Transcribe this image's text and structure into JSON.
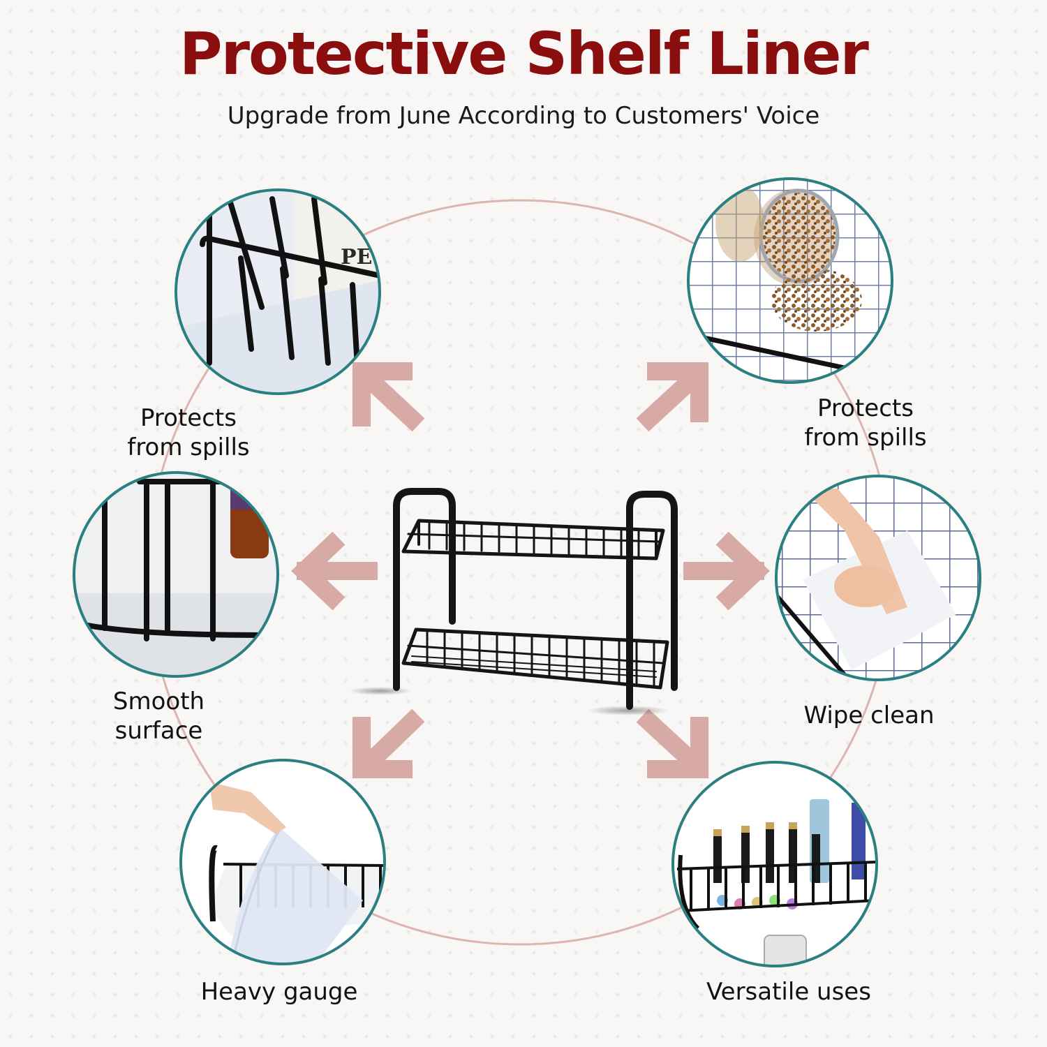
{
  "header": {
    "title": "Protective Shelf Liner",
    "subtitle": "Upgrade from June According to Customers' Voice"
  },
  "features": [
    {
      "id": "top-left",
      "label": "Protects\nfrom spills",
      "image": "wire-basket-with-liner-photo"
    },
    {
      "id": "top-right",
      "label": "Protects\nfrom spills",
      "image": "coffee-granules-spill-on-grid-photo"
    },
    {
      "id": "middle-left",
      "label": "Smooth\nsurface",
      "image": "wire-rack-bars-on-liner-photo"
    },
    {
      "id": "middle-right",
      "label": "Wipe clean",
      "image": "hand-wiping-liner-photo"
    },
    {
      "id": "bottom-left",
      "label": "Heavy gauge",
      "image": "hand-lifting-liner-sheet-photo"
    },
    {
      "id": "bottom-right",
      "label": "Versatile uses",
      "image": "cosmetics-on-rack-photo"
    }
  ],
  "center_image": "two-tier-black-wire-rack",
  "colors": {
    "title": "#8b0e0e",
    "arrow": "#d7aaa5",
    "ring": "#dcb4b0",
    "circle_border": "#2a7f80",
    "rack": "#151515"
  }
}
